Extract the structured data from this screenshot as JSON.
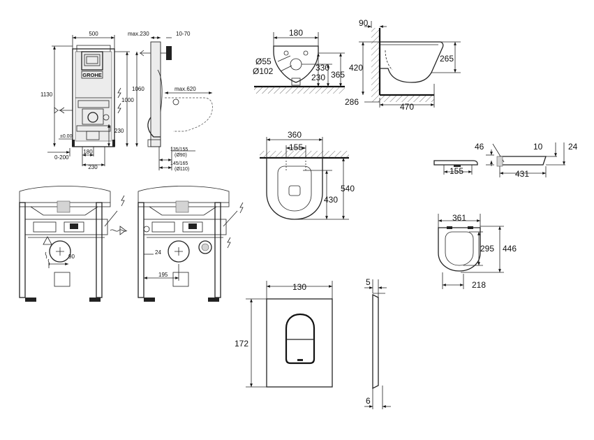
{
  "brand": {
    "logo_text": "GROHE"
  },
  "frame": {
    "width": "500",
    "depth": "max.230",
    "adjust": "10-70",
    "height": "1130",
    "inner_height": "1060",
    "inlet_height": "1000",
    "bolt_height": "230",
    "reach": "max.620",
    "zero": "±0.00",
    "floor": "0-200",
    "axis": "180",
    "spacing": "230",
    "outlet_a": "135/155",
    "outlet_a_sub": "(Ø90)",
    "outlet_b": "145/165",
    "outlet_b_sub": "(Ø110)"
  },
  "install": {
    "offset_a": "90",
    "offset_b": "24",
    "offset_c": "195"
  },
  "bowl_side": {
    "top": "180",
    "d1": "Ø55",
    "d2": "Ø102",
    "h1": "330",
    "h2": "230",
    "h3": "365"
  },
  "bowl_elev": {
    "wall": "90",
    "height": "420",
    "rim": "265",
    "base": "286",
    "length": "470"
  },
  "bowl_plan": {
    "outer": "360",
    "inner": "155",
    "length": "540",
    "inner_length": "430"
  },
  "seat_side": {
    "hinge": "155",
    "thickness": "46"
  },
  "seat_profile": {
    "gap": "10",
    "height": "24",
    "length": "431"
  },
  "seat_plan": {
    "width": "361",
    "inner": "295",
    "length": "446",
    "depth": "218"
  },
  "plate": {
    "width": "130",
    "height": "172"
  },
  "plate_side": {
    "top": "5",
    "bottom": "6"
  }
}
